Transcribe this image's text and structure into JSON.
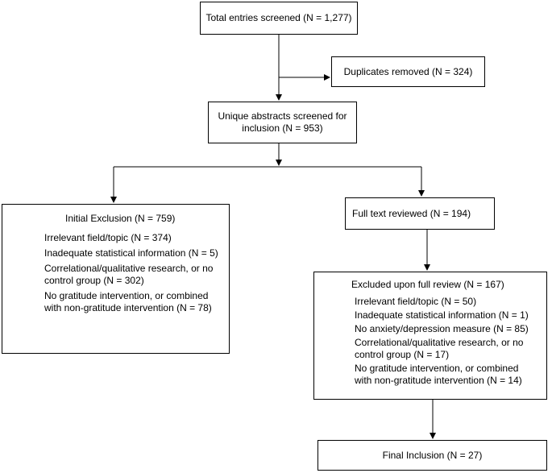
{
  "flowchart": {
    "total_screened": "Total entries screened (N = 1,277)",
    "duplicates_removed": "Duplicates removed (N = 324)",
    "unique_abstracts": "Unique abstracts screened for inclusion (N = 953)",
    "initial_exclusion": {
      "title": "Initial Exclusion (N = 759)",
      "items": [
        "Irrelevant field/topic (N = 374)",
        "Inadequate statistical information (N = 5)",
        "Correlational/qualitative research, or no\ncontrol group (N = 302)",
        "No gratitude intervention, or combined\nwith non-gratitude intervention (N = 78)"
      ]
    },
    "full_text_reviewed": "Full text reviewed (N = 194)",
    "excluded_full_review": {
      "title": "Excluded upon full review (N = 167)",
      "items": [
        "Irrelevant field/topic (N = 50)",
        "Inadequate statistical information (N = 1)",
        "No anxiety/depression measure (N = 85)",
        "Correlational/qualitative research, or no\ncontrol group (N = 17)",
        "No gratitude intervention, or combined\nwith non-gratitude intervention (N = 14)"
      ]
    },
    "final_inclusion": "Final Inclusion (N = 27)"
  }
}
